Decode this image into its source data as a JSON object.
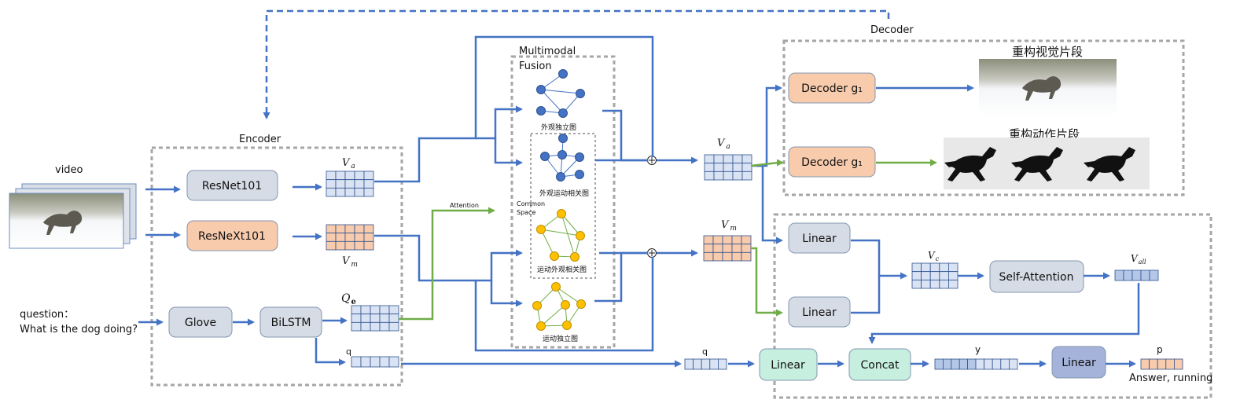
{
  "labels": {
    "video": "video",
    "encoder": "Encoder",
    "decoder": "Decoder",
    "fusion_line1": "Multimodal",
    "fusion_line2": "Fusion",
    "attention": "Attention",
    "common_space_1": "Common",
    "common_space_2": "Space",
    "question_label": "question：",
    "question_text": "What is the dog doing?",
    "answer": "Answer, running",
    "rec_visual": "重构视觉片段",
    "rec_motion": "重构动作片段"
  },
  "boxes": {
    "resnet": "ResNet101",
    "resnext": "ResNeXt101",
    "glove": "Glove",
    "bilstm": "BiLSTM",
    "decoder1": "Decoder g₁",
    "decoder2": "Decoder g₁",
    "linear_a": "Linear",
    "linear_b": "Linear",
    "self_attention": "Self-Attention",
    "linear_q": "Linear",
    "concat": "Concat",
    "linear_out": "Linear"
  },
  "graphs": {
    "appearance": "外观独立图",
    "app_motion": "外观运动相关图",
    "motion_app": "运动外观相关图",
    "motion": "运动独立图"
  },
  "vars": {
    "va": "V",
    "va_sub": "a",
    "vm": "V",
    "vm_sub": "m",
    "qe": "Q",
    "qe_sub": "e",
    "q_small": "q",
    "q_mid": "q",
    "vc": "V",
    "vc_sub": "c",
    "vall": "V",
    "vall_sub": "all",
    "y": "y",
    "p": "p"
  },
  "colors": {
    "arrow_blue": "#4472c4",
    "arrow_green": "#70ad47",
    "box_gray": "#d6dce5",
    "box_orange": "#f8cbad",
    "box_teal": "#c6efdf",
    "box_purple": "#a5b2d9",
    "grid_blue": "#dae3f3",
    "grid_orange": "#f8cbad",
    "node_blue": "#4472c4",
    "node_yellow": "#ffc000",
    "dash_gray": "#a6a6a6"
  }
}
